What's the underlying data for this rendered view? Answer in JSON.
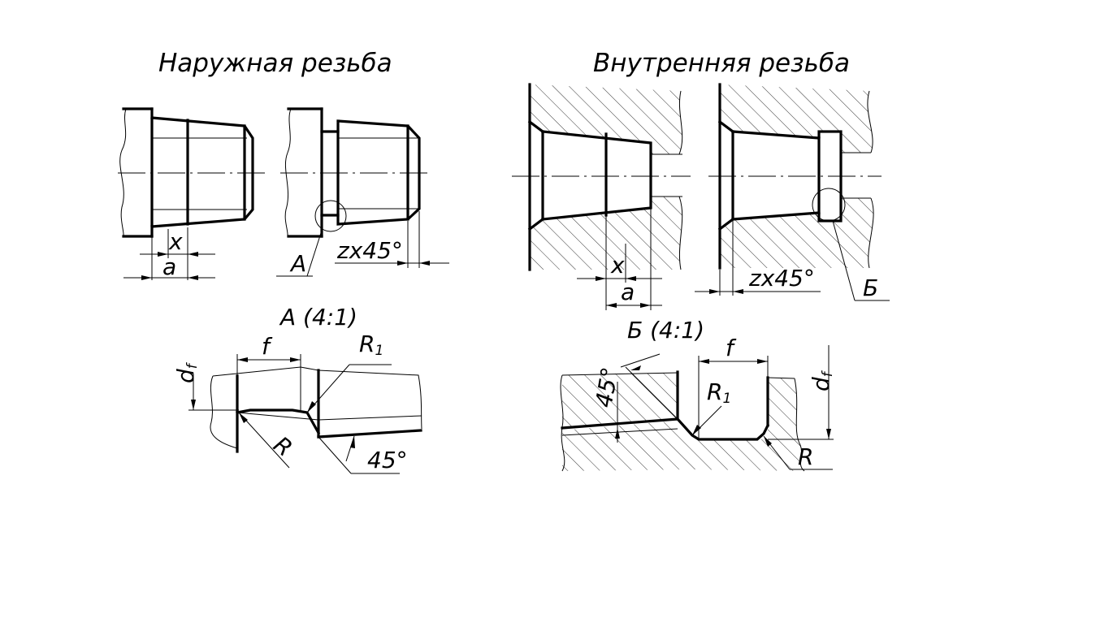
{
  "titles": {
    "external": "Наружная резьба",
    "internal": "Внутренняя резьба"
  },
  "views": {
    "detail_a": "А (4:1)",
    "detail_b": "Б (4:1)"
  },
  "labels": {
    "x": "x",
    "a": "a",
    "chamfer": "zx45°",
    "view_a": "А",
    "view_b": "Б",
    "f": "f",
    "r1": "R",
    "r1_sub": "1",
    "r": "R",
    "df": "d",
    "df_sub": "f",
    "angle": "45°"
  }
}
